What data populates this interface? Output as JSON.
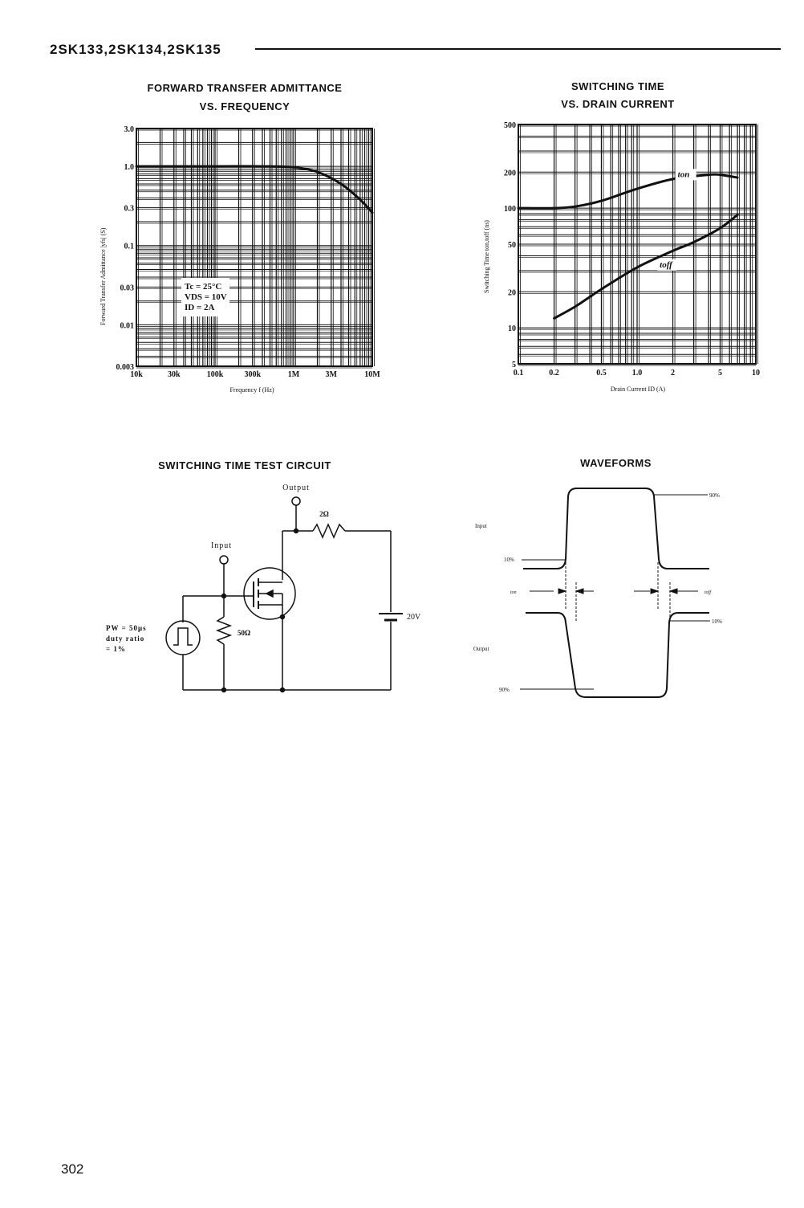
{
  "header": {
    "title": "2SK133,2SK134,2SK135"
  },
  "page_number": "302",
  "chart1": {
    "title_line1": "FORWARD TRANSFER ADMITTANCE",
    "title_line2": "VS. FREQUENCY",
    "ylabel": "Forward Transfer Admittance |yfs| (S)",
    "xlabel": "Frequency f (Hz)",
    "conditions": [
      "Tc = 25°C",
      "VDS = 10V",
      "ID = 2A"
    ]
  },
  "chart2": {
    "title_line1": "SWITCHING TIME",
    "title_line2": "VS. DRAIN CURRENT",
    "ylabel": "Switching Time ton,toff (ns)",
    "xlabel": "Drain Current ID (A)"
  },
  "circuit": {
    "title": "SWITCHING TIME TEST CIRCUIT",
    "output_label": "Output",
    "input_label": "Input",
    "r_load": "2Ω",
    "r_in": "50Ω",
    "supply": "20V",
    "pulse_note": [
      "PW = 50μs",
      "duty ratio",
      "= 1%"
    ]
  },
  "waveforms": {
    "title": "WAVEFORMS",
    "input_label": "Input",
    "output_label": "Output",
    "pct_90": "90%",
    "pct_10": "10%",
    "ton": "ton",
    "toff": "toff"
  },
  "chart_data": [
    {
      "type": "line",
      "title": "FORWARD TRANSFER ADMITTANCE VS. FREQUENCY",
      "xlabel": "Frequency f (Hz)",
      "ylabel": "Forward Transfer Admittance |yfs| (S)",
      "xscale": "log",
      "yscale": "log",
      "xlim": [
        10000,
        10000000
      ],
      "ylim": [
        0.003,
        3.0
      ],
      "xticks": [
        "10k",
        "30k",
        "100k",
        "300k",
        "1M",
        "3M",
        "10M"
      ],
      "yticks": [
        "3.0",
        "1.0",
        "0.3",
        "0.1",
        "0.03",
        "0.01",
        "0.003"
      ],
      "grid": true,
      "annotations": [
        "Tc = 25°C",
        "VDS = 10V",
        "ID = 2A"
      ],
      "series": [
        {
          "x": [
            10000,
            100000,
            400000,
            1000000,
            2000000,
            4000000,
            7000000,
            10000000
          ],
          "y": [
            1.0,
            1.0,
            1.0,
            0.97,
            0.85,
            0.6,
            0.38,
            0.26
          ]
        }
      ]
    },
    {
      "type": "line",
      "title": "SWITCHING TIME VS. DRAIN CURRENT",
      "xlabel": "Drain Current ID (A)",
      "ylabel": "Switching Time ton,toff (ns)",
      "xscale": "log",
      "yscale": "log",
      "xlim": [
        0.1,
        10
      ],
      "ylim": [
        5,
        500
      ],
      "xticks": [
        "0.1",
        "0.2",
        "0.5",
        "1.0",
        "2",
        "5",
        "10"
      ],
      "yticks": [
        "500",
        "200",
        "100",
        "50",
        "20",
        "10",
        "5"
      ],
      "grid": true,
      "series": [
        {
          "name": "ton",
          "x": [
            0.1,
            0.2,
            0.3,
            0.5,
            1.0,
            2,
            4,
            5,
            7
          ],
          "y": [
            100,
            100,
            103,
            115,
            145,
            175,
            190,
            190,
            180
          ]
        },
        {
          "name": "toff",
          "x": [
            0.2,
            0.3,
            0.5,
            1.0,
            2,
            3,
            5,
            7
          ],
          "y": [
            12,
            15,
            21,
            32,
            44,
            52,
            68,
            88
          ]
        }
      ]
    }
  ]
}
